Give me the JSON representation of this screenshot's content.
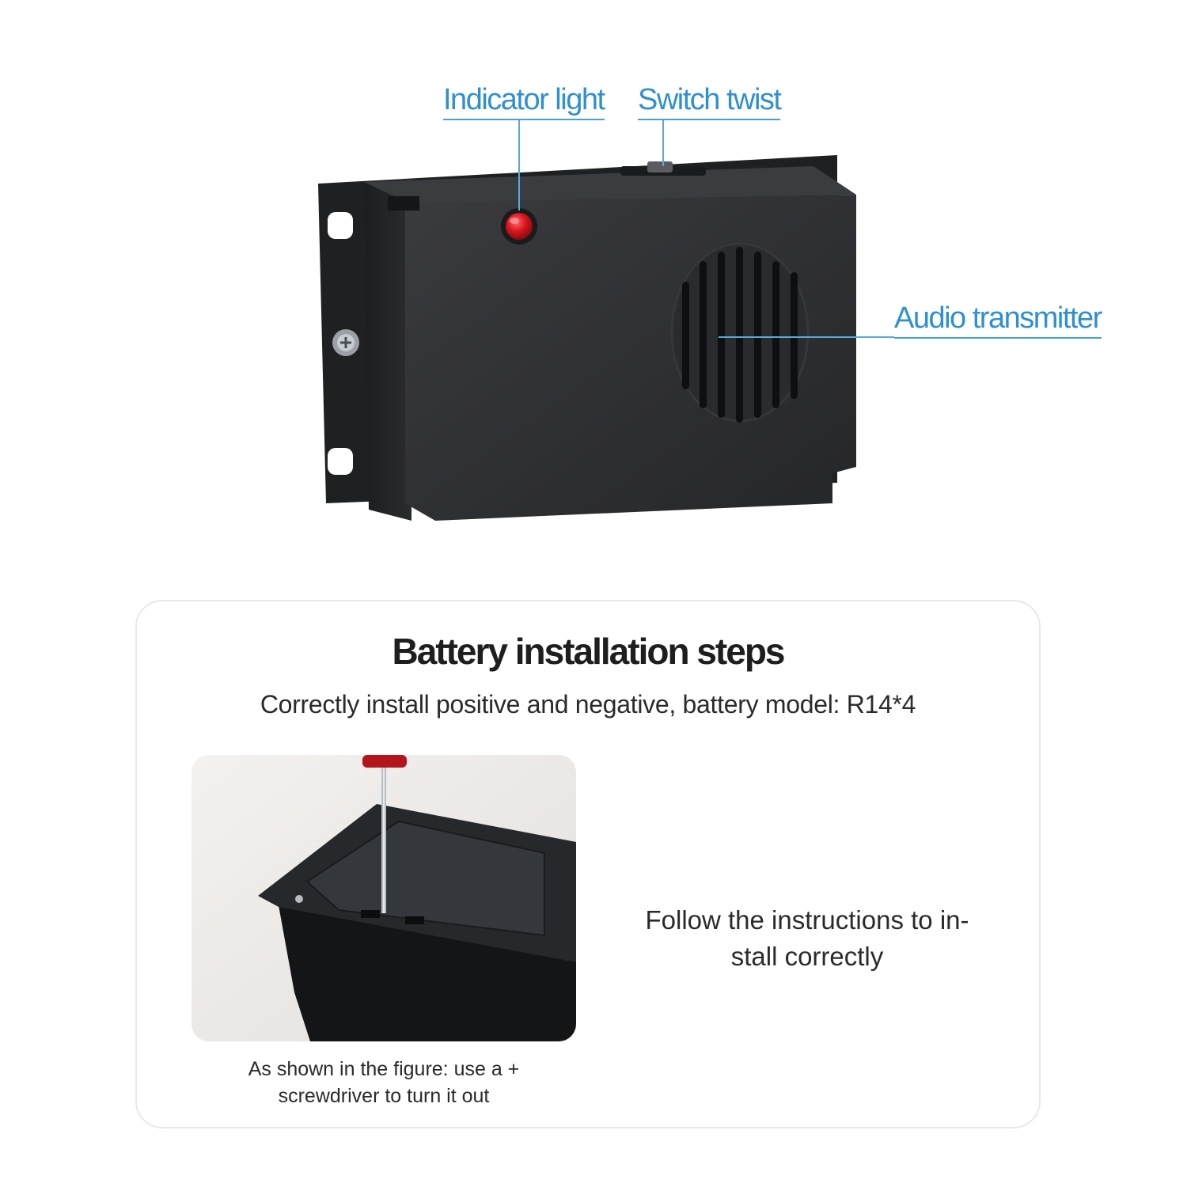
{
  "callouts": {
    "indicator": "Indicator light",
    "switch": "Switch twist",
    "audio": "Audio transmitter"
  },
  "install": {
    "title": "Battery installation steps",
    "subtitle": "Correctly install positive and negative, battery model: R14*4",
    "caption_line1": "As shown in the figure: use a +",
    "caption_line2": "screwdriver to turn it out",
    "follow_line1": "Follow the instructions to in-",
    "follow_line2": "stall correctly"
  },
  "colors": {
    "callout_text": "#2f8fd0",
    "device_body": "#2e2f31",
    "indicator_led": "#d8141c",
    "card_border": "#e8e8e8"
  }
}
